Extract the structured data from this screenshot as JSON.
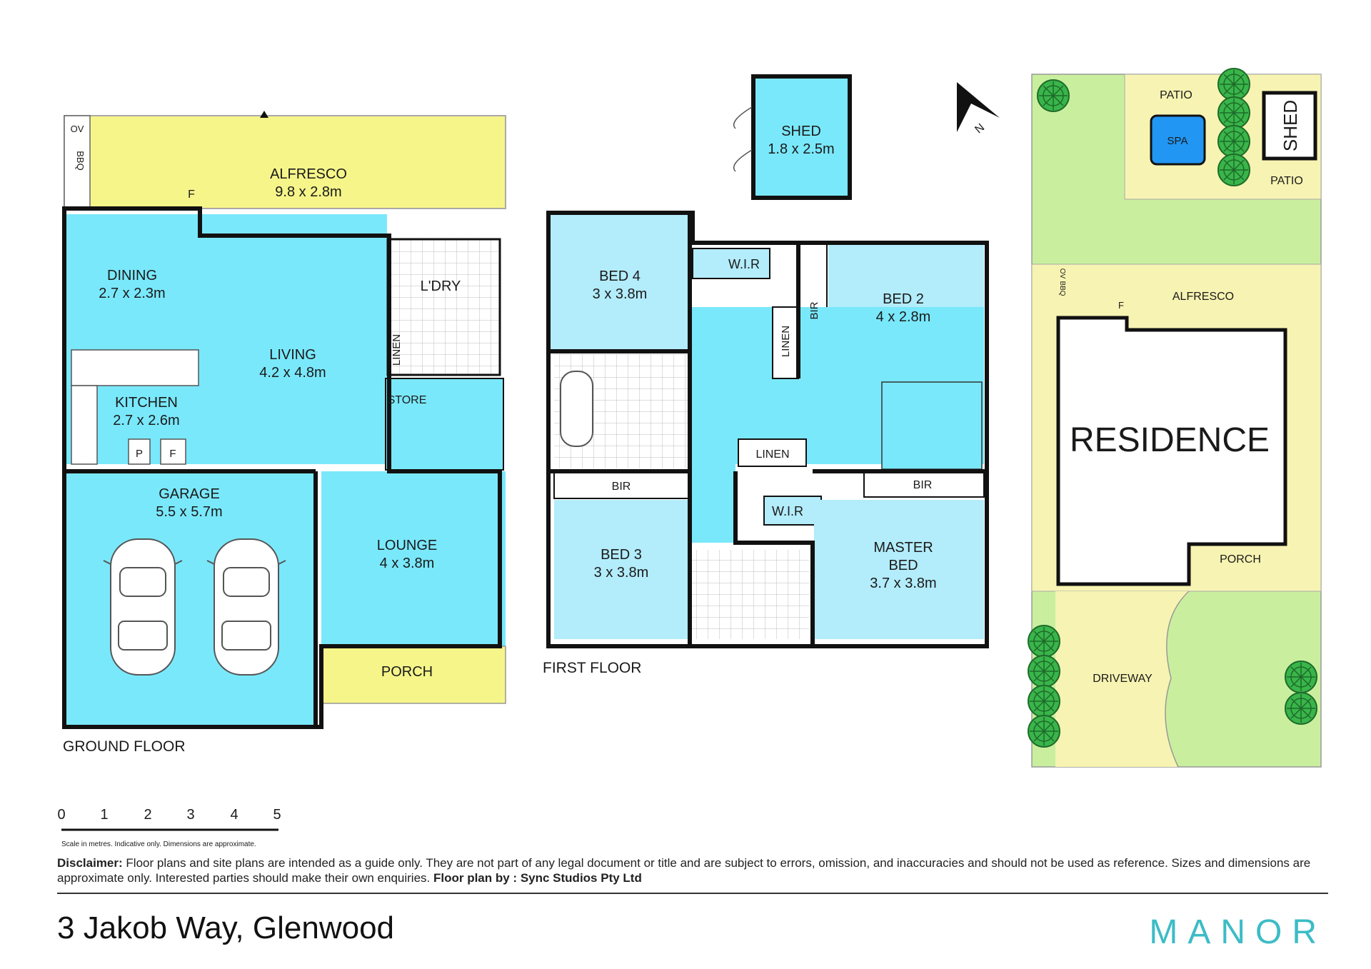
{
  "ground_floor": {
    "caption": "GROUND FLOOR",
    "rooms": {
      "alfresco": {
        "name": "ALFRESCO",
        "dims": "9.8 x 2.8m"
      },
      "dining": {
        "name": "DINING",
        "dims": "2.7 x 2.3m"
      },
      "living": {
        "name": "LIVING",
        "dims": "4.2 x 4.8m"
      },
      "kitchen": {
        "name": "KITCHEN",
        "dims": "2.7 x 2.6m"
      },
      "laundry": {
        "name": "L'DRY"
      },
      "linen": {
        "name": "LINEN"
      },
      "store": {
        "name": "STORE"
      },
      "garage": {
        "name": "GARAGE",
        "dims": "5.5 x 5.7m"
      },
      "lounge": {
        "name": "LOUNGE",
        "dims": "4 x 3.8m"
      },
      "porch": {
        "name": "PORCH"
      }
    },
    "fixtures": {
      "ov": "OV",
      "bbq": "BBQ",
      "fridge": "F",
      "pantry": "P"
    }
  },
  "first_floor": {
    "caption": "FIRST FLOOR",
    "rooms": {
      "bed4": {
        "name": "BED 4",
        "dims": "3 x 3.8m"
      },
      "wir_top": {
        "name": "W.I.R"
      },
      "bed2": {
        "name": "BED 2",
        "dims": "4 x 2.8m"
      },
      "bir_bed2": {
        "name": "BIR"
      },
      "linen_hall": {
        "name": "LINEN"
      },
      "linen_mid": {
        "name": "LINEN"
      },
      "bir_bed3": {
        "name": "BIR"
      },
      "bir_master": {
        "name": "BIR"
      },
      "bed3": {
        "name": "BED 3",
        "dims": "3 x 3.8m"
      },
      "wir_master": {
        "name": "W.I.R"
      },
      "master": {
        "name1": "MASTER",
        "name2": "BED",
        "dims": "3.7 x 3.8m"
      }
    }
  },
  "shed": {
    "name": "SHED",
    "dims": "1.8 x 2.5m"
  },
  "north": "N",
  "site_plan": {
    "patio_top": "PATIO",
    "patio_right": "PATIO",
    "spa": "SPA",
    "shed": "SHED",
    "alfresco": "ALFRESCO",
    "fridge": "F",
    "ov": "OV",
    "bbq": "BBQ",
    "residence": "RESIDENCE",
    "porch": "PORCH",
    "driveway": "DRIVEWAY"
  },
  "scale_bar": {
    "ticks": [
      "0",
      "1",
      "2",
      "3",
      "4",
      "5"
    ],
    "note": "Scale in metres. Indicative only. Dimensions are approximate."
  },
  "disclaimer": {
    "label": "Disclaimer:",
    "text": "Floor plans and site plans are intended as a guide only. They are not part of any legal document or title and are subject to errors, omission, and inaccuracies and should not be used as reference. Sizes and dimensions are approximate only. Interested parties should make their own enquiries.",
    "credit_label": "Floor plan by : Sync Studios Pty Ltd"
  },
  "address": "3 Jakob Way, Glenwood",
  "brand": "MANOR",
  "colors": {
    "room_cyan": "#7ae8fb",
    "room_light": "#b3ecfb",
    "outdoor_yellow": "#f6f58a",
    "site_cream": "#f7f3b2",
    "lawn_green": "#c9ef9e",
    "spa_blue": "#2196f3",
    "wall": "#111111",
    "tile": "#dcdcdc",
    "brand_teal": "#3cbcc6"
  }
}
